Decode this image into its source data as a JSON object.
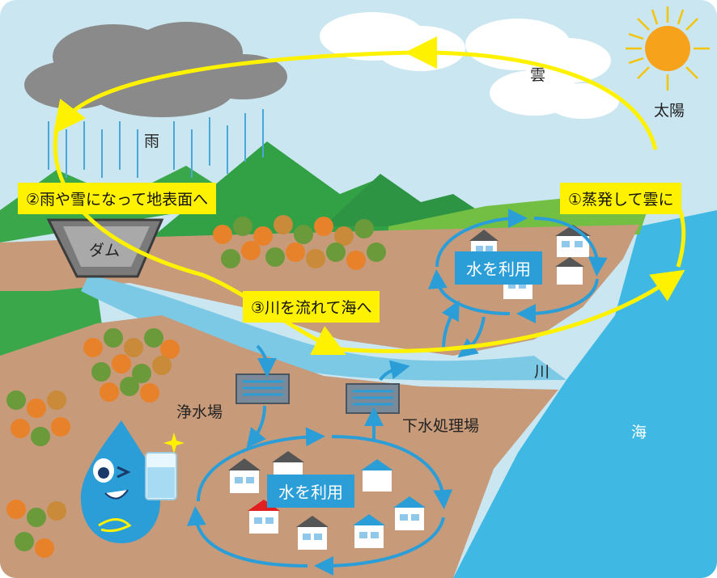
{
  "labels": {
    "cloud": "雲",
    "sun": "太陽",
    "rain": "雨",
    "dam": "ダム",
    "river": "川",
    "sea": "海",
    "purification_plant": "浄水場",
    "sewage_plant": "下水処理場"
  },
  "steps": {
    "step1": "①蒸発して雲に",
    "step2": "②雨や雪になって地表面へ",
    "step3": "③川を流れて海へ"
  },
  "usage": {
    "upper": "水を利用",
    "lower": "水を利用"
  },
  "colors": {
    "sky": "#c9e6f1",
    "sea": "#3fb8e3",
    "land": "#c79a7a",
    "cycle_arrow": "#fff200",
    "usage_arrow": "#2b9ed8",
    "mountain": "#3aa84a"
  }
}
